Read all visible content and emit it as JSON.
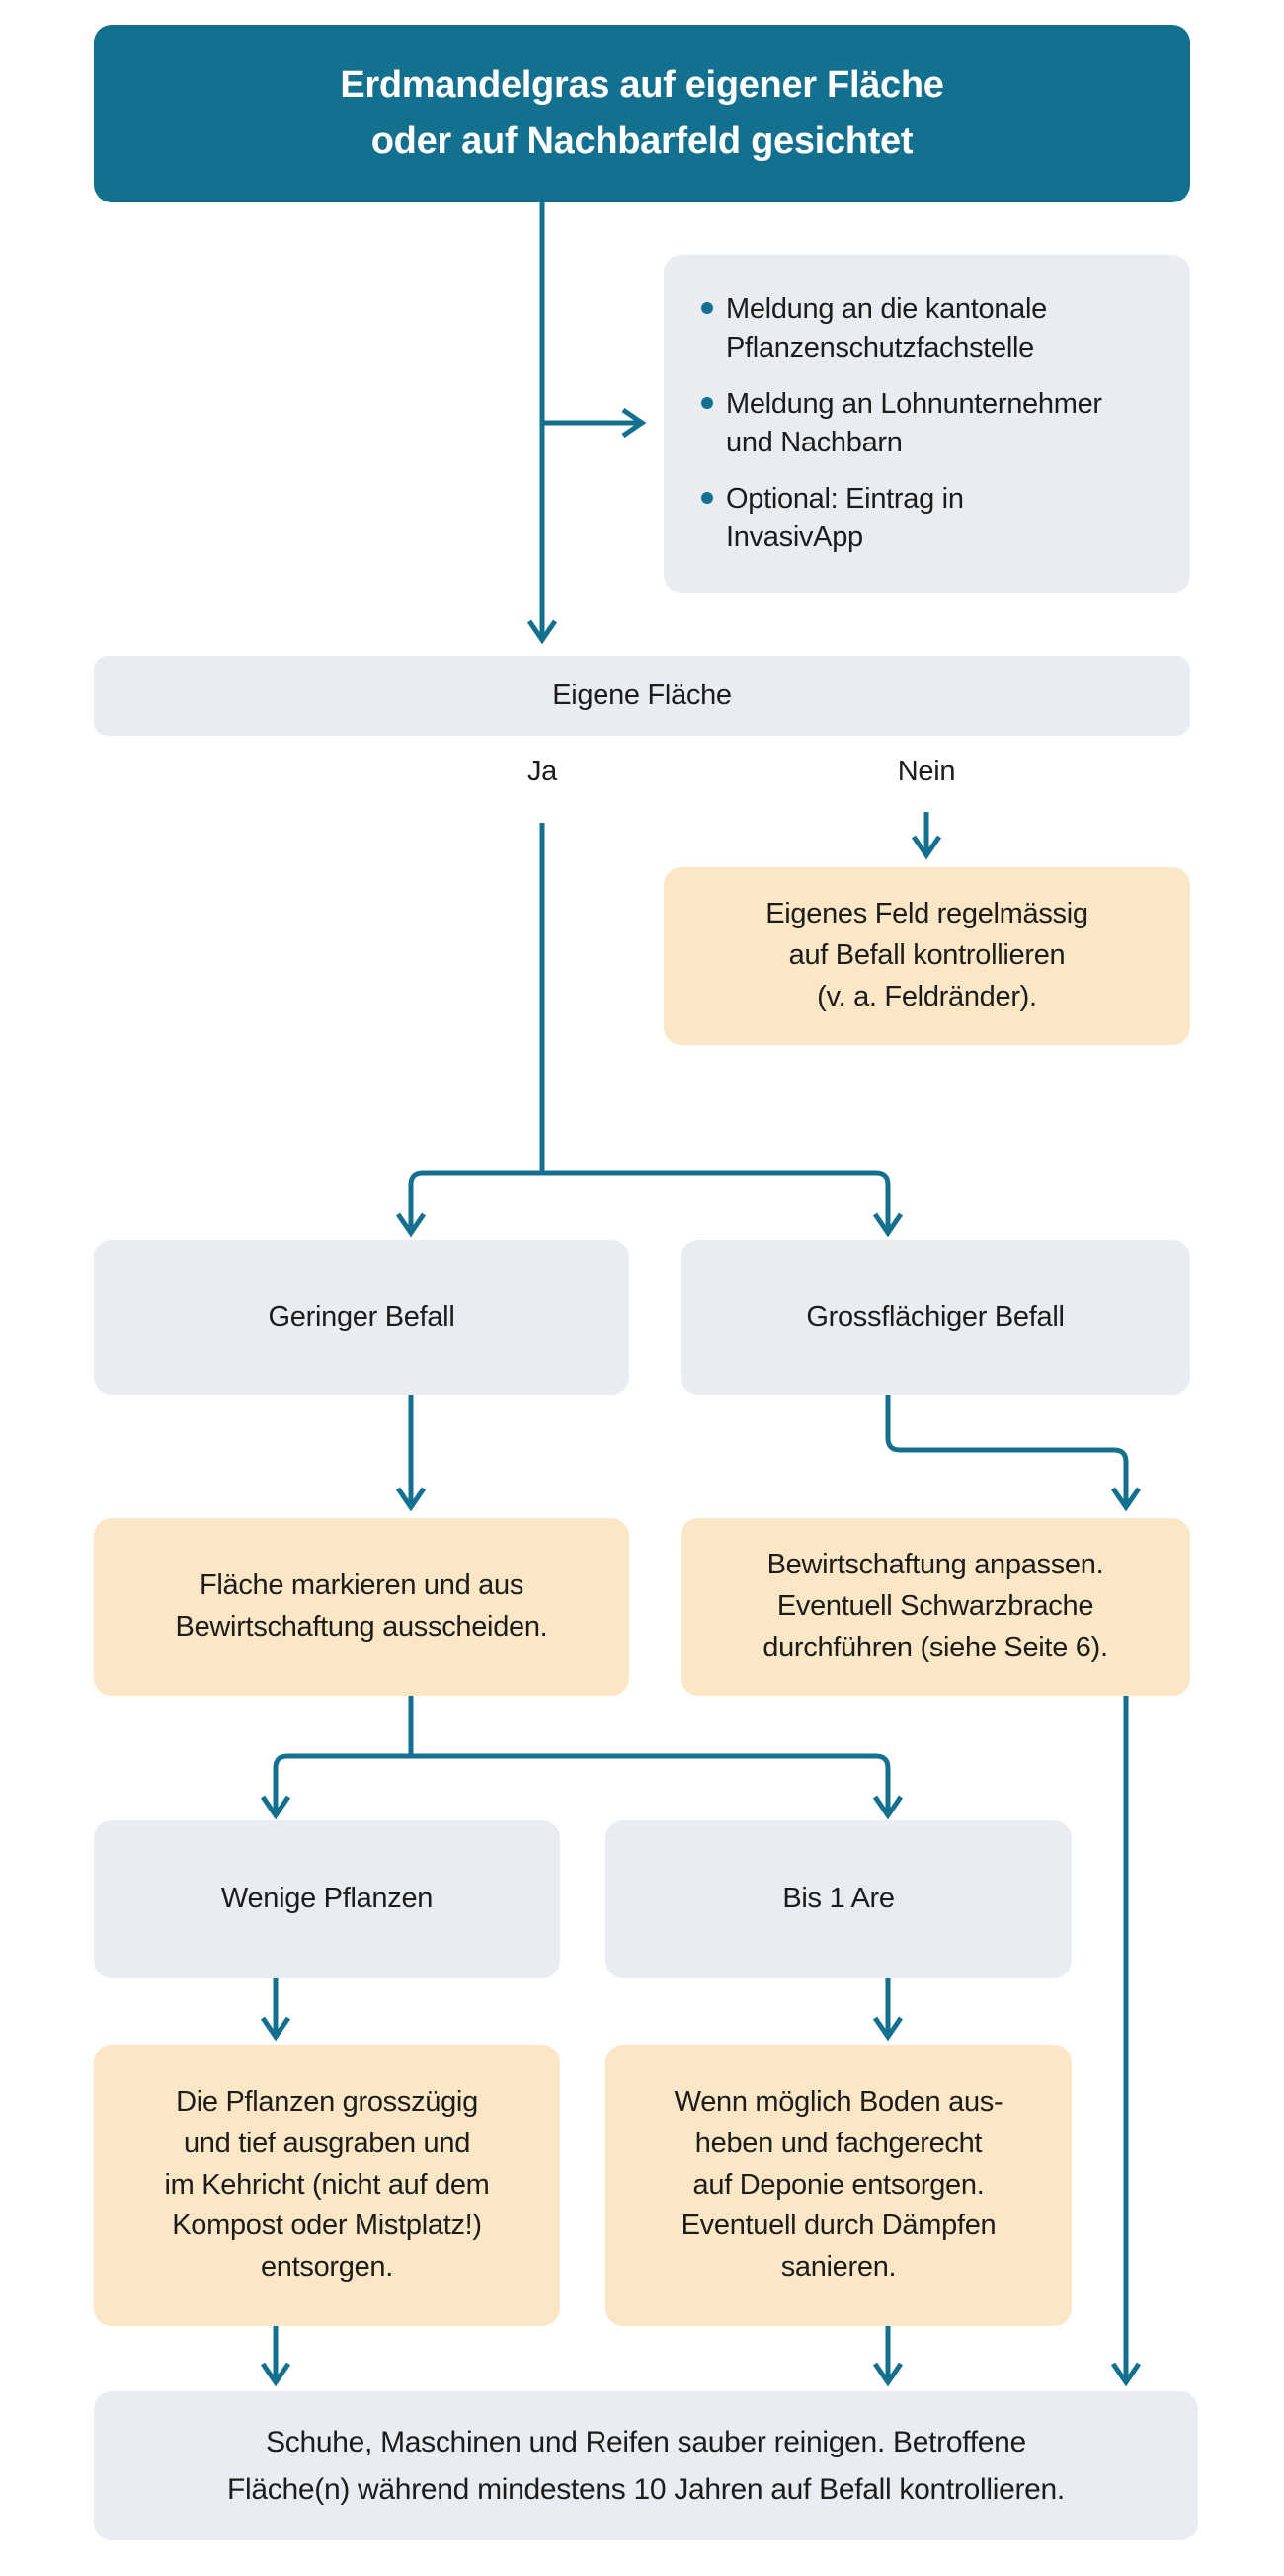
{
  "palette": {
    "teal": "#14708f",
    "box_gray": "#e9edf2",
    "box_peach": "#fbe6c5",
    "text": "#1c1c1a",
    "header_text": "#ffffff"
  },
  "title": {
    "text": "Erdmandelgras auf eigener Fläche\noder auf Nachbarfeld gesichtet"
  },
  "report": {
    "bullets": [
      "Meldung an die kantonale\nPflanzenschutzfachstelle",
      "Meldung an Lohnunternehmer\nund Nachbarn",
      "Optional: Eintrag in\nInvasivApp"
    ]
  },
  "decision": {
    "question": "Eigene Fläche",
    "yes_label": "Ja",
    "no_label": "Nein"
  },
  "nodes": {
    "monitor_field": "Eigenes Feld regelmässig\nauf Befall kontrollieren\n(v. a. Feldränder).",
    "minor_infestation": "Geringer Befall",
    "large_infestation": "Grossflächiger Befall",
    "mark_area": "Fläche markieren und aus\nBewirtschaftung ausscheiden.",
    "adapt_management": "Bewirtschaftung anpassen.\nEventuell Schwarzbrache\ndurchführen (siehe Seite 6).",
    "few_plants": "Wenige Pflanzen",
    "up_to_one_are": "Bis 1 Are",
    "dig_out_plants": "Die Pflanzen grosszügig\nund tief ausgraben und\nim Kehricht (nicht auf dem\nKompost oder Mistplatz!)\nentsorgen.",
    "excavate_soil": "Wenn möglich Boden aus-\nheben und fachgerecht\nauf Deponie entsorgen.\nEventuell durch Dämpfen\nsanieren.",
    "clean_equipment": "Schuhe, Maschinen und Reifen sauber reinigen. Betroffene\nFläche(n) während mindestens 10 Jahren auf Befall kontrollieren."
  }
}
